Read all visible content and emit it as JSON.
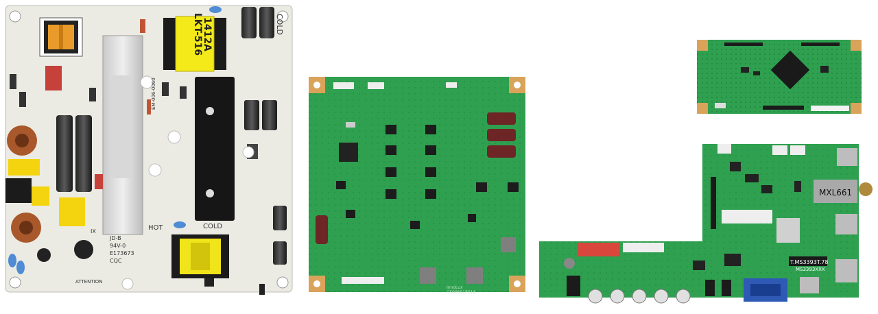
{
  "boards": {
    "power_supply": {
      "transformer_label_line1": "LKT-516",
      "transformer_label_line2": "1412A",
      "zone_cold_top": "COLD",
      "zone_hot": "HOT",
      "zone_cold_bottom": "COLD",
      "pcb_code": "IX",
      "lines": [
        "JD-B",
        "94V-0",
        "E173673",
        "CQC"
      ],
      "attention_label": "ATTENTION",
      "vertical_code": "EM-006-0060"
    },
    "led_driver": {
      "brand": "InnoLux",
      "part_number": "C500S01E01A"
    },
    "tcon": {},
    "main_board": {
      "tuner_label": "MXL661",
      "chip_label_line1": "T.MS3393T.78",
      "chip_label_line2": "MS3393XXX"
    }
  },
  "colors": {
    "background": "#ffffff",
    "power_board": "#ecece6",
    "pcb_green": "#2fa050",
    "pcb_green_dark": "#1e7a3a",
    "gold_pad": "#d9a35a"
  }
}
